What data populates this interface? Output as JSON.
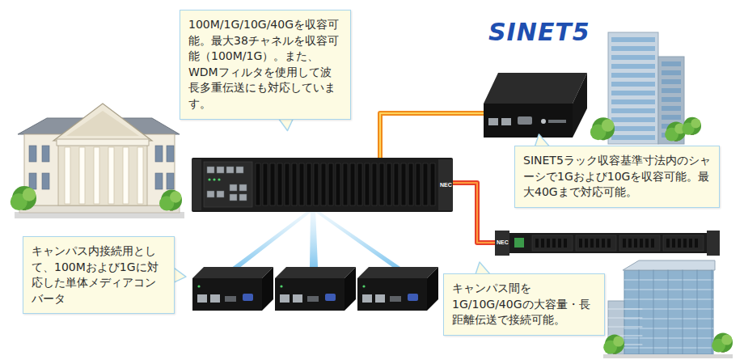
{
  "diagram": {
    "nodes": [
      {
        "text": [
          "100M/1G/10G/40Gを収容可能。最大38チャネルを収容可能（100M/1G）。また、WDMフィルタを使用して波長多重伝送にも対応しています。"
        ]
      },
      {
        "text": [
          "SINET5ラック収容基準寸法内のシャーシで1Gおよび10Gを収容可能。最大40Gまで対応可能。"
        ]
      },
      {
        "text": [
          "キャンパス内接続用として、100Mおよび1Gに対応した単体メディアコンバータ"
        ]
      },
      {
        "text": [
          "キャンパス間を1G/10G/40Gの大容量・長距離伝送で接続可能。"
        ]
      }
    ],
    "labels": [
      "SINET5",
      "NEC",
      "NEC"
    ]
  }
}
